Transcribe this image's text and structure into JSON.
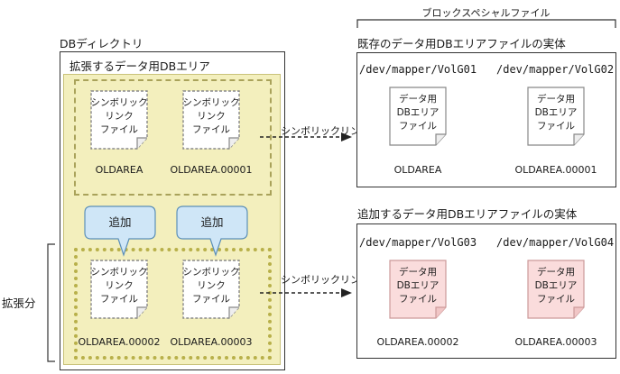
{
  "left_panel": {
    "title": "DBディレクトリ",
    "group_title": "拡張するデータ用DBエリア",
    "existing_files": [
      {
        "lines": [
          "シンボリック",
          "リンク",
          "ファイル"
        ],
        "caption": "OLDAREA"
      },
      {
        "lines": [
          "シンボリック",
          "リンク",
          "ファイル"
        ],
        "caption": "OLDAREA.00001"
      }
    ],
    "added_files": [
      {
        "lines": [
          "シンボリック",
          "リンク",
          "ファイル"
        ],
        "caption": "OLDAREA.00002",
        "bubble": "追加"
      },
      {
        "lines": [
          "シンボリック",
          "リンク",
          "ファイル"
        ],
        "caption": "OLDAREA.00003",
        "bubble": "追加"
      }
    ],
    "expansion_label": "拡張分"
  },
  "links": {
    "top_label": "シンボリックリンク",
    "bottom_label": "シンボリックリンク"
  },
  "right_panel": {
    "header": "ブロックスペシャルファイル",
    "existing": {
      "title": "既存のデータ用DBエリアファイルの実体",
      "volumes": [
        {
          "path": "/dev/mapper/VolG01",
          "lines": [
            "データ用",
            "DBエリア",
            "ファイル"
          ],
          "caption": "OLDAREA"
        },
        {
          "path": "/dev/mapper/VolG02",
          "lines": [
            "データ用",
            "DBエリア",
            "ファイル"
          ],
          "caption": "OLDAREA.00001"
        }
      ]
    },
    "added": {
      "title": "追加するデータ用DBエリアファイルの実体",
      "volumes": [
        {
          "path": "/dev/mapper/VolG03",
          "lines": [
            "データ用",
            "DBエリア",
            "ファイル"
          ],
          "caption": "OLDAREA.00002"
        },
        {
          "path": "/dev/mapper/VolG04",
          "lines": [
            "データ用",
            "DBエリア",
            "ファイル"
          ],
          "caption": "OLDAREA.00003"
        }
      ]
    }
  },
  "colors": {
    "group_fill": "#f3efbd",
    "bubble_fill": "#cfe6f7",
    "new_file_fill": "#fadcdc"
  }
}
